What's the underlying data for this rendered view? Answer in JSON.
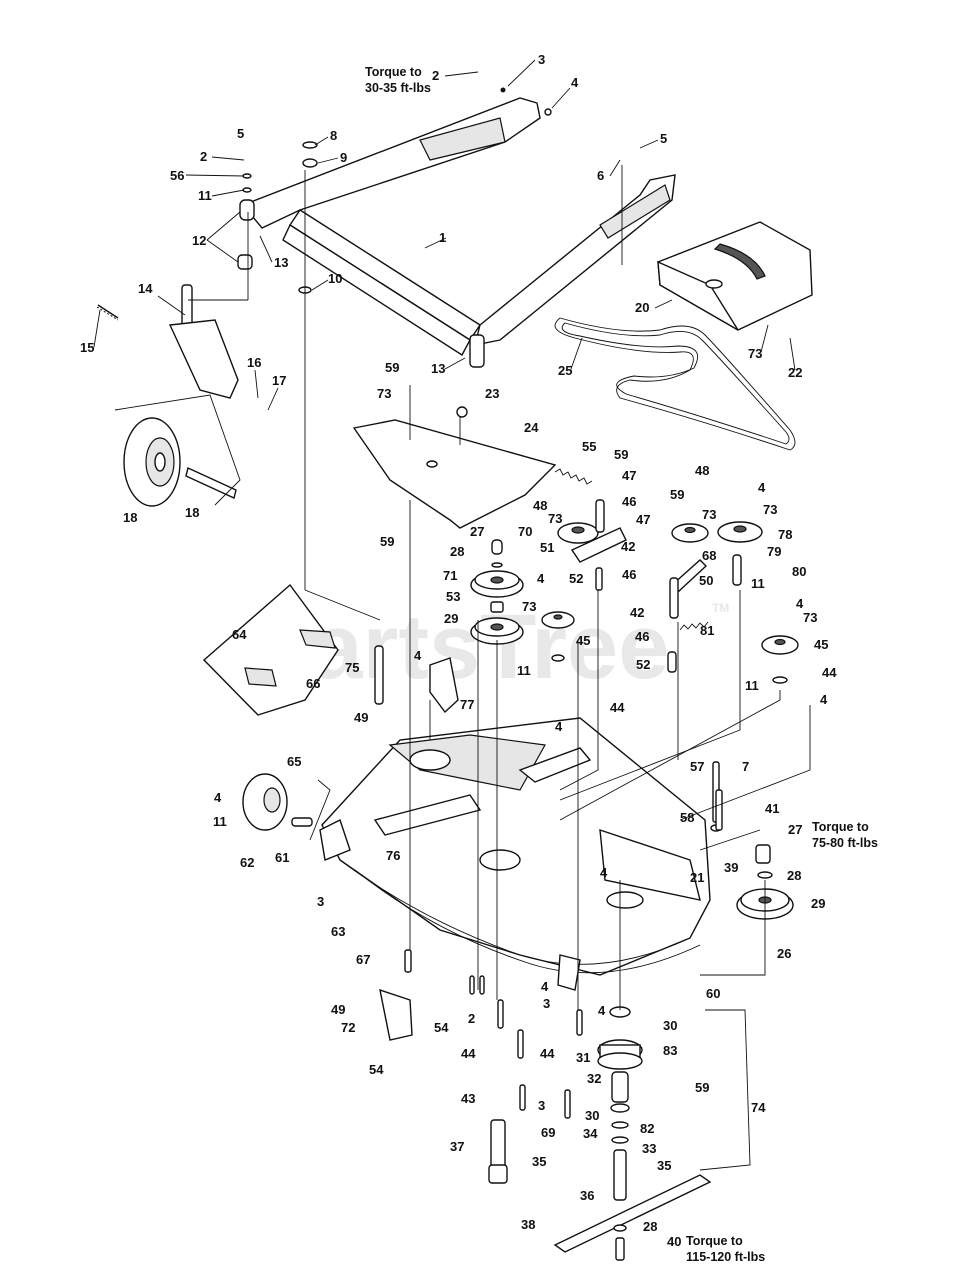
{
  "watermark": "PartsTree",
  "watermark_tm": "TM",
  "notes": {
    "top_torque": [
      "Torque to",
      "30-35 ft-lbs"
    ],
    "mid_torque": [
      "Torque to",
      "75-80 ft-lbs"
    ],
    "bottom_torque": [
      "Torque to",
      "115-120 ft-lbs"
    ]
  },
  "callouts": [
    {
      "id": "c1",
      "text": "3"
    },
    {
      "id": "c2",
      "text": "2"
    },
    {
      "id": "c3",
      "text": "4"
    },
    {
      "id": "c4",
      "text": "5"
    },
    {
      "id": "c5",
      "text": "8"
    },
    {
      "id": "c6",
      "text": "5"
    },
    {
      "id": "c7",
      "text": "2"
    },
    {
      "id": "c8",
      "text": "9"
    },
    {
      "id": "c9",
      "text": "56"
    },
    {
      "id": "c10",
      "text": "6"
    },
    {
      "id": "c11",
      "text": "11"
    },
    {
      "id": "c12",
      "text": "1"
    },
    {
      "id": "c13",
      "text": "12"
    },
    {
      "id": "c14",
      "text": "13"
    },
    {
      "id": "c15",
      "text": "10"
    },
    {
      "id": "c16",
      "text": "14"
    },
    {
      "id": "c17",
      "text": "20"
    },
    {
      "id": "c18",
      "text": "15"
    },
    {
      "id": "c19",
      "text": "16"
    },
    {
      "id": "c20",
      "text": "17"
    },
    {
      "id": "c21",
      "text": "13"
    },
    {
      "id": "c22",
      "text": "73"
    },
    {
      "id": "c23",
      "text": "22"
    },
    {
      "id": "c24",
      "text": "25"
    },
    {
      "id": "c25",
      "text": "59"
    },
    {
      "id": "c26",
      "text": "73"
    },
    {
      "id": "c27",
      "text": "23"
    },
    {
      "id": "c28",
      "text": "24"
    },
    {
      "id": "c29",
      "text": "18"
    },
    {
      "id": "c30",
      "text": "18"
    },
    {
      "id": "c31",
      "text": "55"
    },
    {
      "id": "c32",
      "text": "59"
    },
    {
      "id": "c33",
      "text": "47"
    },
    {
      "id": "c34",
      "text": "48"
    },
    {
      "id": "c35",
      "text": "4"
    },
    {
      "id": "c36",
      "text": "48"
    },
    {
      "id": "c37",
      "text": "46"
    },
    {
      "id": "c38",
      "text": "73"
    },
    {
      "id": "c39",
      "text": "59"
    },
    {
      "id": "c40",
      "text": "73"
    },
    {
      "id": "c41",
      "text": "73"
    },
    {
      "id": "c42",
      "text": "70"
    },
    {
      "id": "c43",
      "text": "78"
    },
    {
      "id": "c44",
      "text": "47"
    },
    {
      "id": "c45",
      "text": "59"
    },
    {
      "id": "c46",
      "text": "27"
    },
    {
      "id": "c47",
      "text": "68"
    },
    {
      "id": "c48",
      "text": "42"
    },
    {
      "id": "c49",
      "text": "79"
    },
    {
      "id": "c50",
      "text": "51"
    },
    {
      "id": "c51",
      "text": "28"
    },
    {
      "id": "c52",
      "text": "46"
    },
    {
      "id": "c53",
      "text": "80"
    },
    {
      "id": "c54",
      "text": "71"
    },
    {
      "id": "c55",
      "text": "50"
    },
    {
      "id": "c56",
      "text": "52"
    },
    {
      "id": "c57",
      "text": "4"
    },
    {
      "id": "c58",
      "text": "11"
    },
    {
      "id": "c59",
      "text": "53"
    },
    {
      "id": "c60",
      "text": "42"
    },
    {
      "id": "c61",
      "text": "4"
    },
    {
      "id": "c62",
      "text": "73"
    },
    {
      "id": "c63",
      "text": "73"
    },
    {
      "id": "c64",
      "text": "29"
    },
    {
      "id": "c65",
      "text": "81"
    },
    {
      "id": "c66",
      "text": "45"
    },
    {
      "id": "c67",
      "text": "45"
    },
    {
      "id": "c68",
      "text": "64"
    },
    {
      "id": "c69",
      "text": "46"
    },
    {
      "id": "c70",
      "text": "75"
    },
    {
      "id": "c71",
      "text": "4"
    },
    {
      "id": "c72",
      "text": "52"
    },
    {
      "id": "c73",
      "text": "11"
    },
    {
      "id": "c74",
      "text": "66"
    },
    {
      "id": "c75",
      "text": "11"
    },
    {
      "id": "c76",
      "text": "44"
    },
    {
      "id": "c77",
      "text": "77"
    },
    {
      "id": "c78",
      "text": "4"
    },
    {
      "id": "c79",
      "text": "49"
    },
    {
      "id": "c80",
      "text": "44"
    },
    {
      "id": "c81",
      "text": "4"
    },
    {
      "id": "c82",
      "text": "65"
    },
    {
      "id": "c83",
      "text": "57"
    },
    {
      "id": "c84",
      "text": "7"
    },
    {
      "id": "c85",
      "text": "4"
    },
    {
      "id": "c86",
      "text": "41"
    },
    {
      "id": "c87",
      "text": "11"
    },
    {
      "id": "c88",
      "text": "58"
    },
    {
      "id": "c89",
      "text": "27"
    },
    {
      "id": "c90",
      "text": "76"
    },
    {
      "id": "c91",
      "text": "61"
    },
    {
      "id": "c92",
      "text": "62"
    },
    {
      "id": "c93",
      "text": "39"
    },
    {
      "id": "c94",
      "text": "21"
    },
    {
      "id": "c95",
      "text": "4"
    },
    {
      "id": "c96",
      "text": "28"
    },
    {
      "id": "c97",
      "text": "3"
    },
    {
      "id": "c98",
      "text": "29"
    },
    {
      "id": "c99",
      "text": "63"
    },
    {
      "id": "c100",
      "text": "26"
    },
    {
      "id": "c101",
      "text": "67"
    },
    {
      "id": "c102",
      "text": "60"
    },
    {
      "id": "c103",
      "text": "4"
    },
    {
      "id": "c104",
      "text": "49"
    },
    {
      "id": "c105",
      "text": "2"
    },
    {
      "id": "c106",
      "text": "3"
    },
    {
      "id": "c107",
      "text": "4"
    },
    {
      "id": "c108",
      "text": "30"
    },
    {
      "id": "c109",
      "text": "72"
    },
    {
      "id": "c110",
      "text": "54"
    },
    {
      "id": "c111",
      "text": "44"
    },
    {
      "id": "c112",
      "text": "44"
    },
    {
      "id": "c113",
      "text": "31"
    },
    {
      "id": "c114",
      "text": "83"
    },
    {
      "id": "c115",
      "text": "54"
    },
    {
      "id": "c116",
      "text": "32"
    },
    {
      "id": "c117",
      "text": "59"
    },
    {
      "id": "c118",
      "text": "43"
    },
    {
      "id": "c119",
      "text": "3"
    },
    {
      "id": "c120",
      "text": "30"
    },
    {
      "id": "c121",
      "text": "74"
    },
    {
      "id": "c122",
      "text": "69"
    },
    {
      "id": "c123",
      "text": "34"
    },
    {
      "id": "c124",
      "text": "82"
    },
    {
      "id": "c125",
      "text": "33"
    },
    {
      "id": "c126",
      "text": "37"
    },
    {
      "id": "c127",
      "text": "35"
    },
    {
      "id": "c128",
      "text": "35"
    },
    {
      "id": "c129",
      "text": "36"
    },
    {
      "id": "c130",
      "text": "38"
    },
    {
      "id": "c131",
      "text": "28"
    },
    {
      "id": "c132",
      "text": "40"
    }
  ]
}
